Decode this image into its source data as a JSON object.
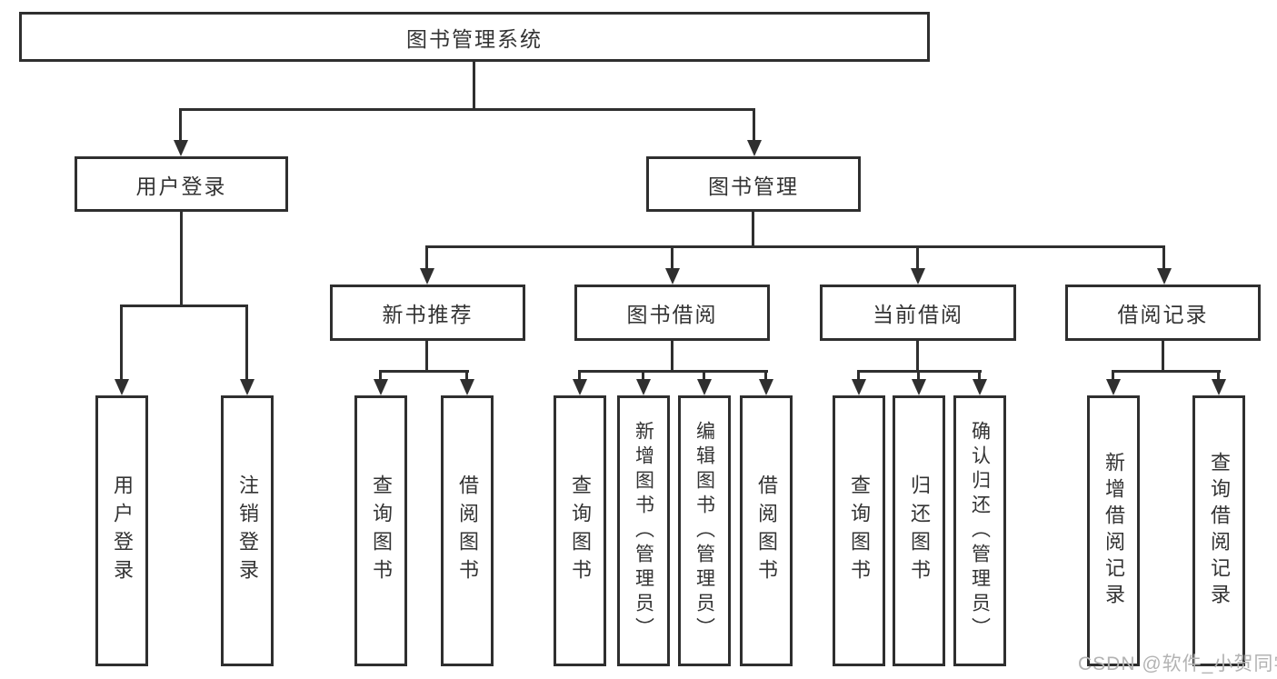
{
  "diagram": {
    "root": {
      "label": "图书管理系统"
    },
    "branches": [
      {
        "label": "用户登录",
        "children": [
          "用户登录",
          "注销登录"
        ]
      },
      {
        "label": "图书管理",
        "sections": [
          {
            "label": "新书推荐",
            "children": [
              "查询图书",
              "借阅图书"
            ]
          },
          {
            "label": "图书借阅",
            "children": [
              "查询图书",
              "新增图书（管理员）",
              "编辑图书（管理员）",
              "借阅图书"
            ]
          },
          {
            "label": "当前借阅",
            "children": [
              "查询图书",
              "归还图书",
              "确认归还（管理员）"
            ]
          },
          {
            "label": "借阅记录",
            "children": [
              "新增借阅记录",
              "查询借阅记录"
            ]
          }
        ]
      }
    ]
  },
  "watermark": {
    "text": "CSDN @软件_小贺同学",
    "color": "#b3b3b3"
  },
  "colors": {
    "line": "#2f2f2f",
    "text": "#333333",
    "background": "#ffffff"
  }
}
